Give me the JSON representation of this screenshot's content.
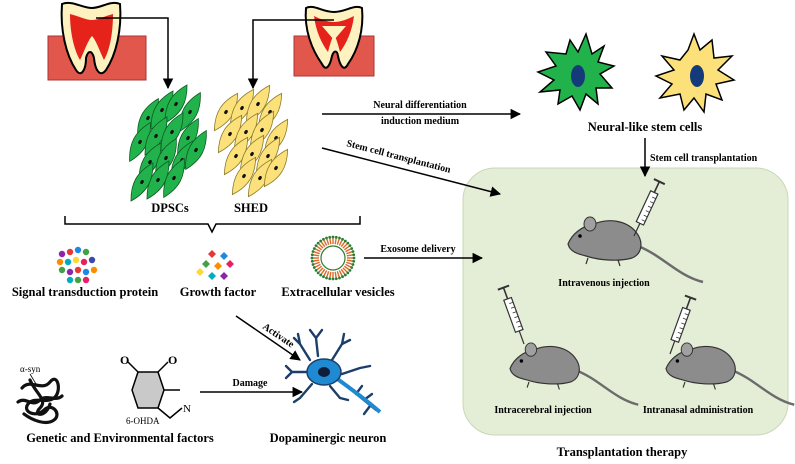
{
  "labels": {
    "dpscs": "DPSCs",
    "shed": "SHED",
    "neural_diff_line1": "Neural differentiation",
    "neural_diff_line2": "induction medium",
    "neural_like": "Neural-like stem cells",
    "stem_transplant_right": "Stem cell transplantation",
    "stem_transplant_diag": "Stem cell transplantation",
    "exosome": "Exosome delivery",
    "signal": "Signal transduction protein",
    "growth": "Growth factor",
    "ev": "Extracellular vesicles",
    "activate": "Activate",
    "damage": "Damage",
    "genetic": "Genetic and Environmental factors",
    "dopaminergic": "Dopaminergic neuron",
    "intravenous": "Intravenous injection",
    "intracerebral": "Intracerebral injection",
    "intranasal": "Intranasal administration",
    "therapy": "Transplantation therapy",
    "asyn": "α-syn",
    "ohda": "6-OHDA",
    "o1": "O",
    "o2": "O",
    "n": "N"
  },
  "colors": {
    "green_cell": "#22b24c",
    "yellow_cell": "#fce17a",
    "gum": "#e2574c",
    "pulp": "#e5231b",
    "panel": "#e4edd6",
    "neuron_blue": "#1f8ad1",
    "nucleus": "#153a7a"
  }
}
